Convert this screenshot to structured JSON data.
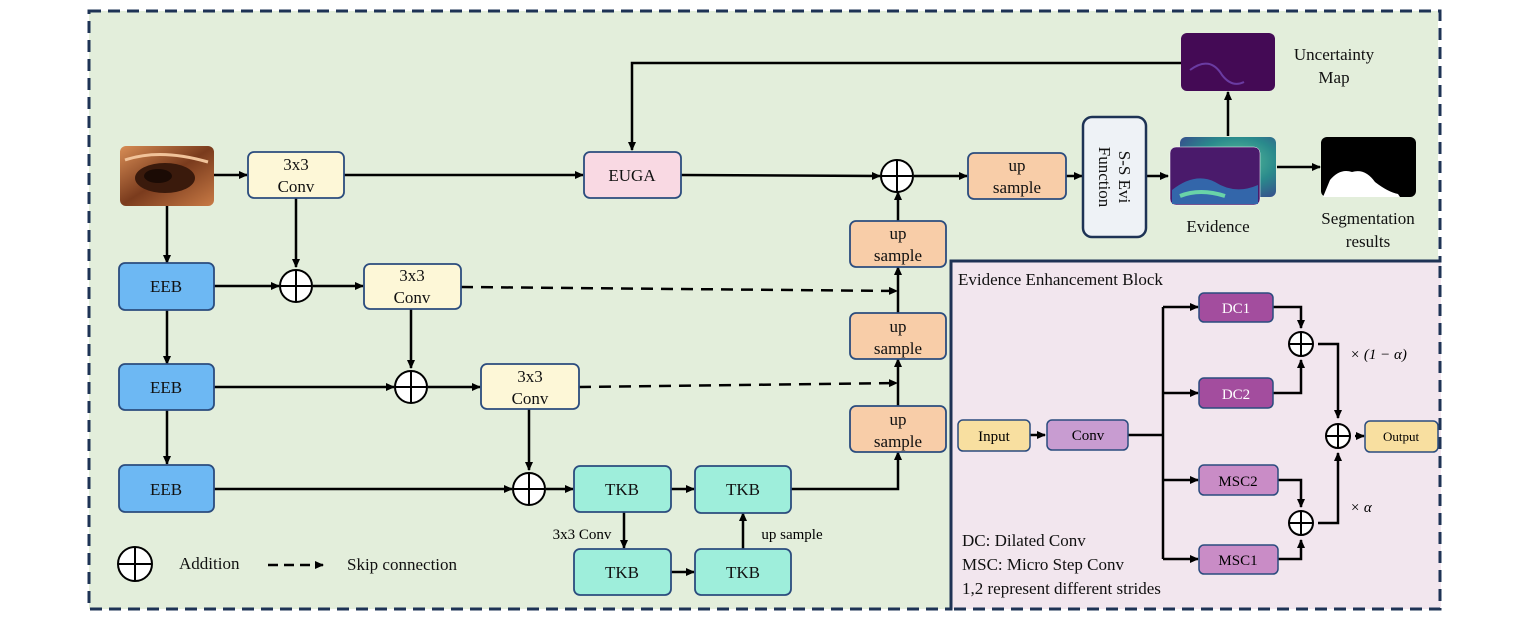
{
  "blocks": {
    "conv_top": [
      "3x3",
      "Conv"
    ],
    "euga": "EUGA",
    "upsample_top": [
      "up",
      "sample"
    ],
    "ss_evi": [
      "S-S Evi",
      "Function"
    ],
    "eeb": [
      "EEB",
      "EEB",
      "EEB"
    ],
    "conv_mid1": [
      "3x3",
      "Conv"
    ],
    "conv_mid2": [
      "3x3",
      "Conv"
    ],
    "upsample_stack": [
      [
        "up",
        "sample"
      ],
      [
        "up",
        "sample"
      ],
      [
        "up",
        "sample"
      ]
    ],
    "tkb": [
      "TKB",
      "TKB",
      "TKB",
      "TKB"
    ]
  },
  "edge_labels": {
    "tkb_down": "3x3 Conv",
    "tkb_up": "up sample"
  },
  "outputs": {
    "uncertainty": [
      "Uncertainty",
      "Map"
    ],
    "evidence": "Evidence",
    "segmentation": [
      "Segmentation",
      "results"
    ]
  },
  "legend": {
    "addition": "Addition",
    "skip": "Skip connection"
  },
  "eeb_detail": {
    "title": "Evidence Enhancement Block",
    "input": "Input",
    "conv": "Conv",
    "dc1": "DC1",
    "dc2": "DC2",
    "msc2": "MSC2",
    "msc1": "MSC1",
    "output": "Output",
    "factor_top": "× (1 − α)",
    "factor_bottom": "× α",
    "notes": [
      "DC: Dilated Conv",
      "MSC: Micro Step Conv",
      "1,2 represent different strides"
    ]
  },
  "colors": {
    "main_panel_bg": "#e3eedb",
    "eeb_panel_bg": "#f2e6ee",
    "panel_border": "#1e3355",
    "conv_fill": "#fdf7d7",
    "euga_fill": "#f9d9e3",
    "upsample_fill": "#f8cda8",
    "eeb_fill": "#6db8f3",
    "tkb_fill": "#9eeedb",
    "dc_fill": "#a34d9e",
    "msc_fill": "#c98cc6",
    "input_fill": "#f8dfa0",
    "conv2_fill": "#c89cd1",
    "output_fill": "#f8dfa0"
  }
}
